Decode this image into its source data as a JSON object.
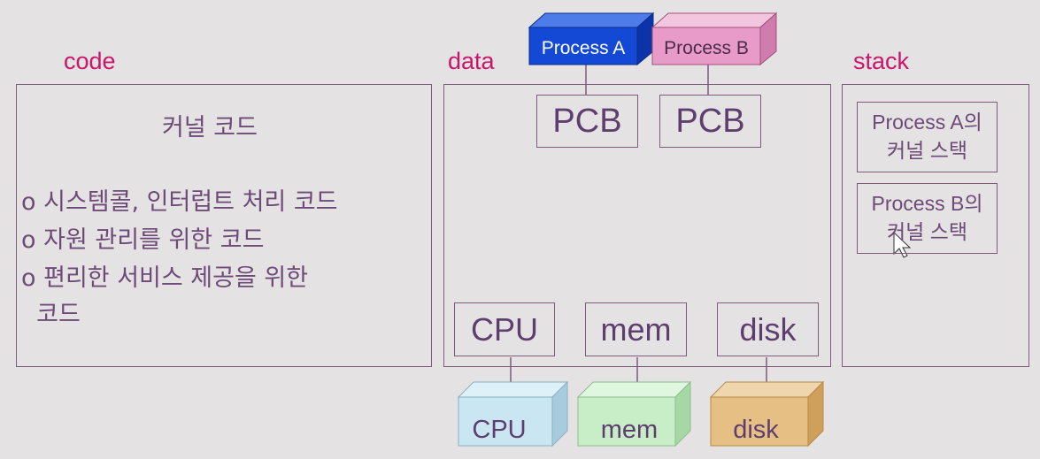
{
  "labels": {
    "code": "code",
    "data": "data",
    "stack": "stack"
  },
  "code": {
    "title": "커널 코드",
    "items": [
      "o 시스템콜, 인터럽트 처리 코드",
      "o 자원 관리를 위한 코드",
      "o 편리한 서비스 제공을 위한",
      "  코드"
    ]
  },
  "data": {
    "pcb_a": "PCB",
    "pcb_b": "PCB",
    "cpu": "CPU",
    "mem": "mem",
    "disk": "disk"
  },
  "processes": {
    "a": "Process A",
    "b": "Process B"
  },
  "hardware": {
    "cpu": "CPU",
    "mem": "mem",
    "disk": "disk"
  },
  "stack": {
    "a_line1": "Process A의",
    "a_line2": "커널 스택",
    "b_line1": "Process B의",
    "b_line2": "커널 스택"
  },
  "colors": {
    "process_a": "#1449d6",
    "process_b": "#e89bc8",
    "cpu_cube": "#c9e6f2",
    "mem_cube": "#c8eec8",
    "disk_cube": "#e6bf84",
    "label": "#c8176a"
  }
}
